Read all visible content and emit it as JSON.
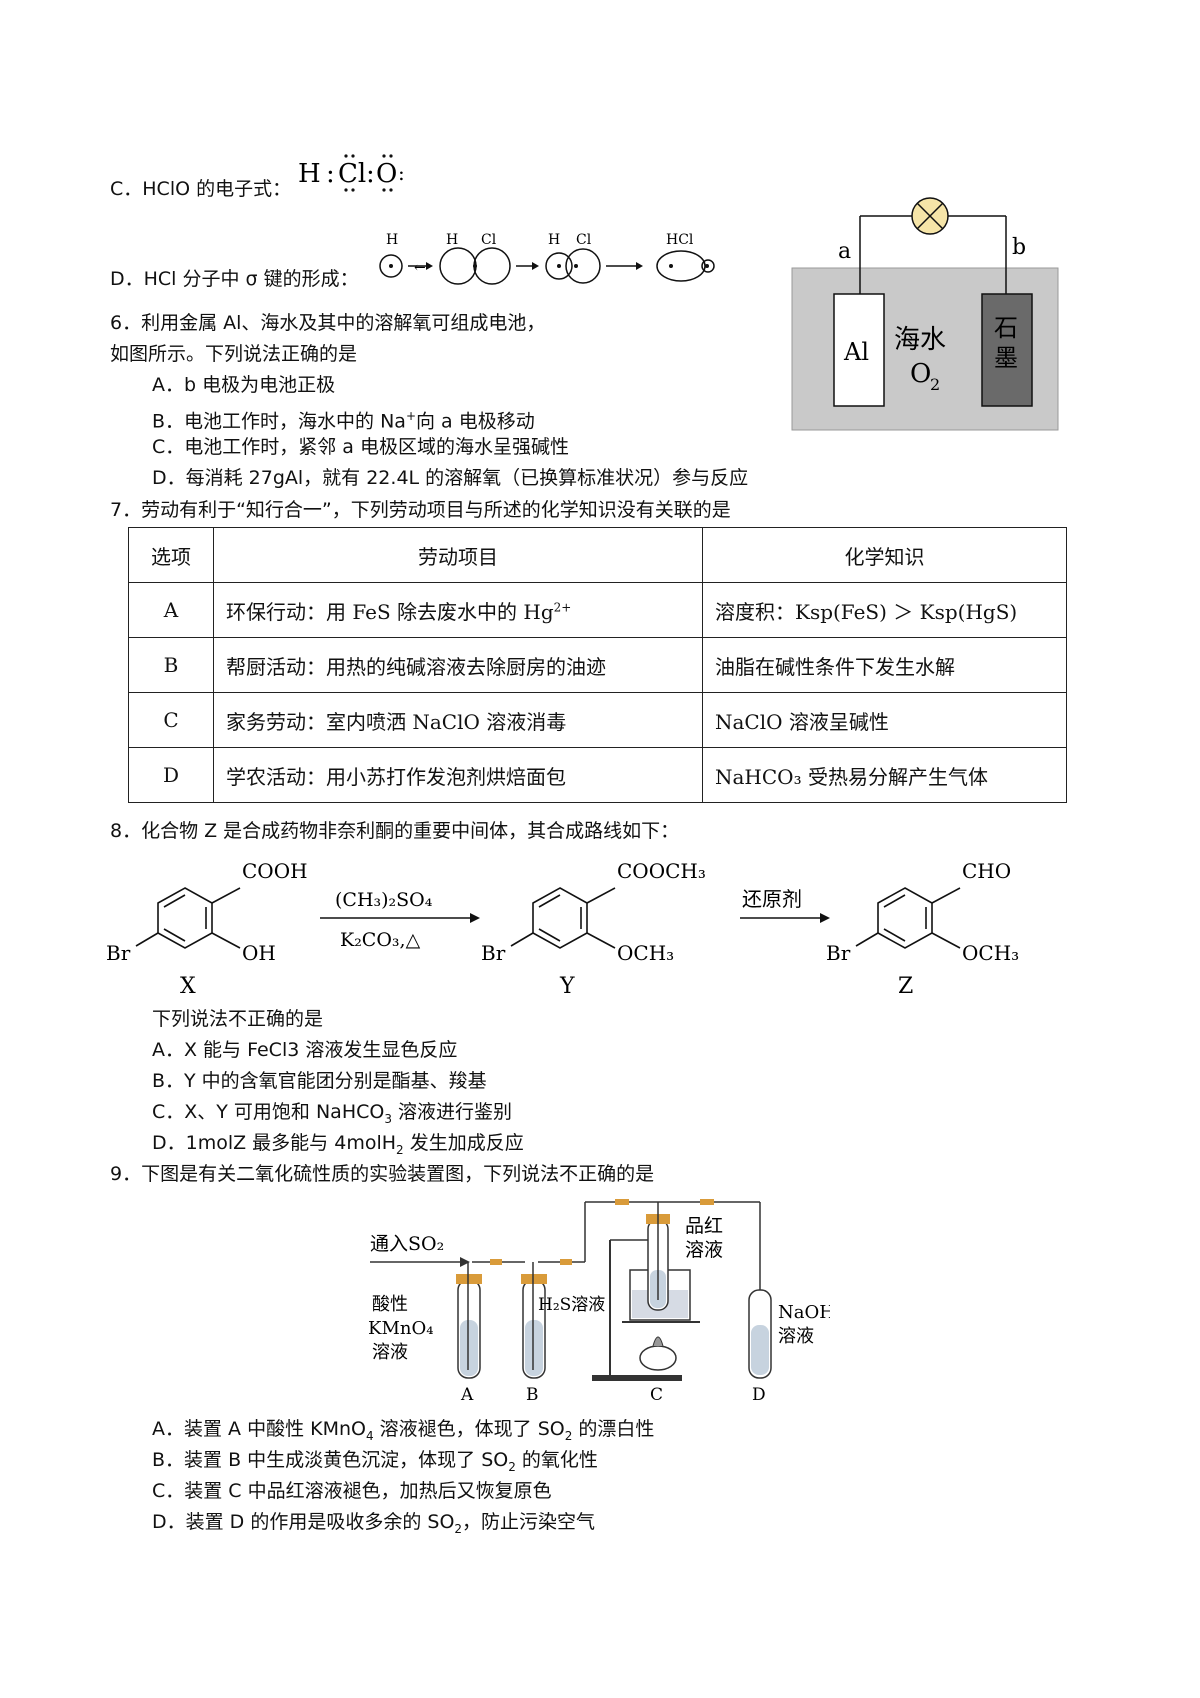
{
  "q5": {
    "optC_prefix": "C．HClO 的电子式：",
    "optC_formula": [
      "H",
      "Cl",
      "O"
    ],
    "optD_prefix": "D．HCl 分子中 σ 键的形成：",
    "optD_labels": [
      "H",
      "Cl",
      "H",
      "Cl",
      "HCl"
    ]
  },
  "q6": {
    "stem1": "6．利用金属 Al、海水及其中的溶解氧可组成电池，",
    "stem2": "如图所示。下列说法正确的是",
    "optA": "A．b 电极为电池正极",
    "optB_1": "B．电池工作时，海水中的 Na",
    "optB_sup": "+",
    "optB_2": "向 a 电极移动",
    "optC": "C．电池工作时，紧邻 a 电极区域的海水呈强碱性",
    "optD": "D．每消耗 27gAl，就有 22.4L 的溶解氧（已换算标准状况）参与反应",
    "figure": {
      "label_a": "a",
      "label_b": "b",
      "electrode_left": "Al",
      "seawater": "海水",
      "oxygen": "O",
      "oxygen_sub": "2",
      "graphite_1": "石",
      "graphite_2": "墨"
    }
  },
  "q7": {
    "stem": "7．劳动有利于“知行合一”，下列劳动项目与所述的化学知识没有关联的是",
    "headers": [
      "选项",
      "劳动项目",
      "化学知识"
    ],
    "rows": [
      {
        "opt": "A",
        "task": "环保行动：用 FeS 除去废水中的 Hg",
        "task_sup": "2+",
        "knowledge": "溶度积：Ksp(FeS)  ＞ Ksp(HgS)"
      },
      {
        "opt": "B",
        "task": "帮厨活动：用热的纯碱溶液去除厨房的油迹",
        "task_sup": "",
        "knowledge": "油脂在碱性条件下发生水解"
      },
      {
        "opt": "C",
        "task": "家务劳动：室内喷洒 NaClO 溶液消毒",
        "task_sup": "",
        "knowledge": "NaClO 溶液呈碱性"
      },
      {
        "opt": "D",
        "task": "学农活动：用小苏打作发泡剂烘焙面包",
        "task_sup": "",
        "knowledge": "NaHCO₃ 受热易分解产生气体"
      }
    ]
  },
  "q8": {
    "stem": "8．化合物 Z 是合成药物非奈利酮的重要中间体，其合成路线如下：",
    "scheme": {
      "X_top": "COOH",
      "X_br": "Br",
      "X_sub": "OH",
      "X_label": "X",
      "reagent1_top": "(CH₃)₂SO₄",
      "reagent1_bottom": "K₂CO₃,△",
      "Y_top": "COOCH₃",
      "Y_br": "Br",
      "Y_sub": "OCH₃",
      "Y_label": "Y",
      "reagent2_top": "还原剂",
      "Z_top": "CHO",
      "Z_br": "Br",
      "Z_sub": "OCH₃",
      "Z_label": "Z"
    },
    "sub_stem": "下列说法不正确的是",
    "optA": "A．X 能与 FeCl3 溶液发生显色反应",
    "optB": "B．Y 中的含氧官能团分别是酯基、羧基",
    "optC_1": "C．X、Y 可用饱和 NaHCO",
    "optC_sub": "3",
    "optC_2": " 溶液进行鉴别",
    "optD_1": "D．1molZ 最多能与 4molH",
    "optD_sub": "2",
    "optD_2": " 发生加成反应"
  },
  "q9": {
    "stem": "9．下图是有关二氧化硫性质的实验装置图，下列说法不正确的是",
    "figure": {
      "inlet": "通入SO₂",
      "A_label_1": "酸性",
      "A_label_2": "KMnO₄",
      "A_label_3": "溶液",
      "B_label": "H₂S溶液",
      "C_label_1": "品红",
      "C_label_2": "溶液",
      "D_label_1": "NaOH",
      "D_label_2": "溶液",
      "letters": [
        "A",
        "B",
        "C",
        "D"
      ]
    },
    "optA_1": "A．装置 A 中酸性 KMnO",
    "optA_sub": "4",
    "optA_2": " 溶液褪色，体现了 SO",
    "optA_sub2": "2",
    "optA_3": " 的漂白性",
    "optB_1": "B．装置 B 中生成淡黄色沉淀，体现了 SO",
    "optB_sub": "2",
    "optB_2": " 的氧化性",
    "optC": "C．装置 C 中品红溶液褪色，加热后又恢复原色",
    "optD_1": "D．装置 D 的作用是吸收多余的 SO",
    "optD_sub": "2",
    "optD_2": "，防止污染空气"
  }
}
